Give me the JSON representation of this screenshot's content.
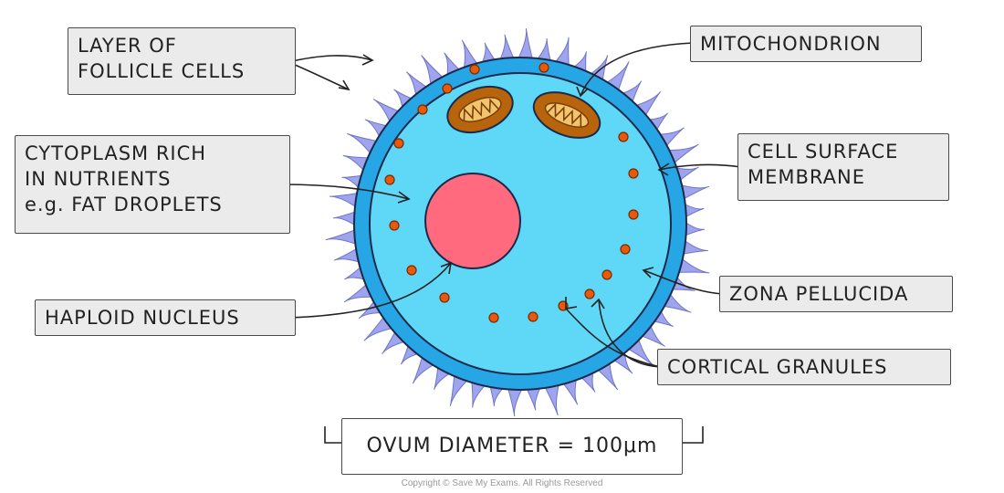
{
  "labels": {
    "follicle_cells": {
      "lines": [
        "LAYER OF",
        "FOLLICLE CELLS"
      ]
    },
    "cytoplasm": {
      "lines": [
        "CYTOPLASM RICH",
        "IN NUTRIENTS",
        "e.g. FAT DROPLETS"
      ]
    },
    "nucleus": {
      "lines": [
        "HAPLOID NUCLEUS"
      ]
    },
    "mitochondrion": {
      "lines": [
        "MITOCHONDRION"
      ]
    },
    "membrane": {
      "lines": [
        "CELL SURFACE",
        "MEMBRANE"
      ]
    },
    "zona": {
      "lines": [
        "ZONA PELLUCIDA"
      ]
    },
    "cortical": {
      "lines": [
        "CORTICAL GRANULES"
      ]
    }
  },
  "diameter": {
    "text": "OVUM DIAMETER = 100μm"
  },
  "copyright": {
    "text": "Copyright © Save My Exams. All Rights Reserved"
  },
  "colors": {
    "follicle": "#9fa4ee",
    "zona": "#26a6e4",
    "cytoplasm": "#5fd8f8",
    "nucleus": "#ff6a7e",
    "mitochondrion": "#b8640c",
    "mito_inner": "#f2c46d",
    "granule": "#e8590c",
    "outline": "#1b2a4a"
  }
}
